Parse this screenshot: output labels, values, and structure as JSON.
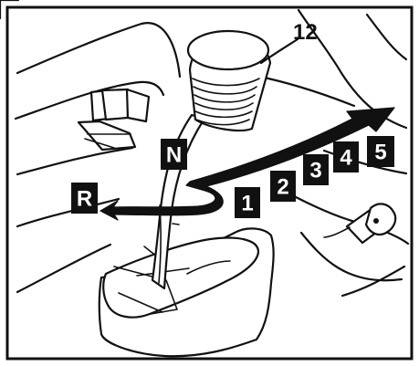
{
  "diagram": {
    "callout": "12",
    "gears": {
      "neutral": "N",
      "reverse": "R",
      "g1": "1",
      "g2": "2",
      "g3": "3",
      "g4": "4",
      "g5": "5"
    }
  },
  "colors": {
    "ink": "#111111",
    "paper": "#ffffff"
  }
}
